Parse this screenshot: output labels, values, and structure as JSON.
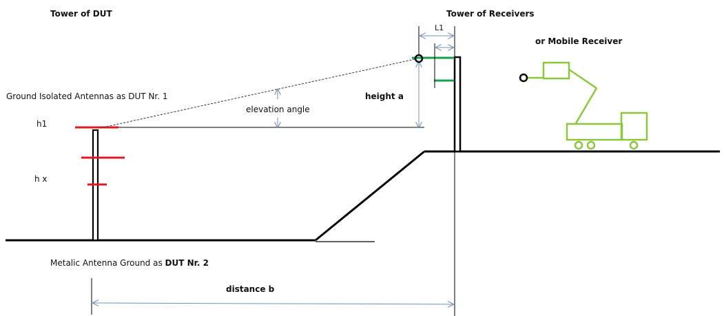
{
  "labels": {
    "tower_dut": "Tower of DUT",
    "tower_receivers": "Tower of Receivers",
    "mobile_receiver": "or Mobile Receiver",
    "ground_isolated": "Ground Isolated Antennas as DUT Nr. 1",
    "h1": "h1",
    "hx": "h x",
    "elevation_angle": "elevation angle",
    "height_a": "height a",
    "l1": "L1",
    "metalic_prefix": "Metalic Antenna Ground as ",
    "metalic_suffix": "DUT Nr. 2",
    "distance_b": "distance b"
  },
  "colors": {
    "antenna_dut": "#e0191f",
    "antenna_receiver": "#18a04a",
    "mobile_receiver": "#8cc63f",
    "dimension": "#6f8fb8",
    "structure": "#000000"
  }
}
